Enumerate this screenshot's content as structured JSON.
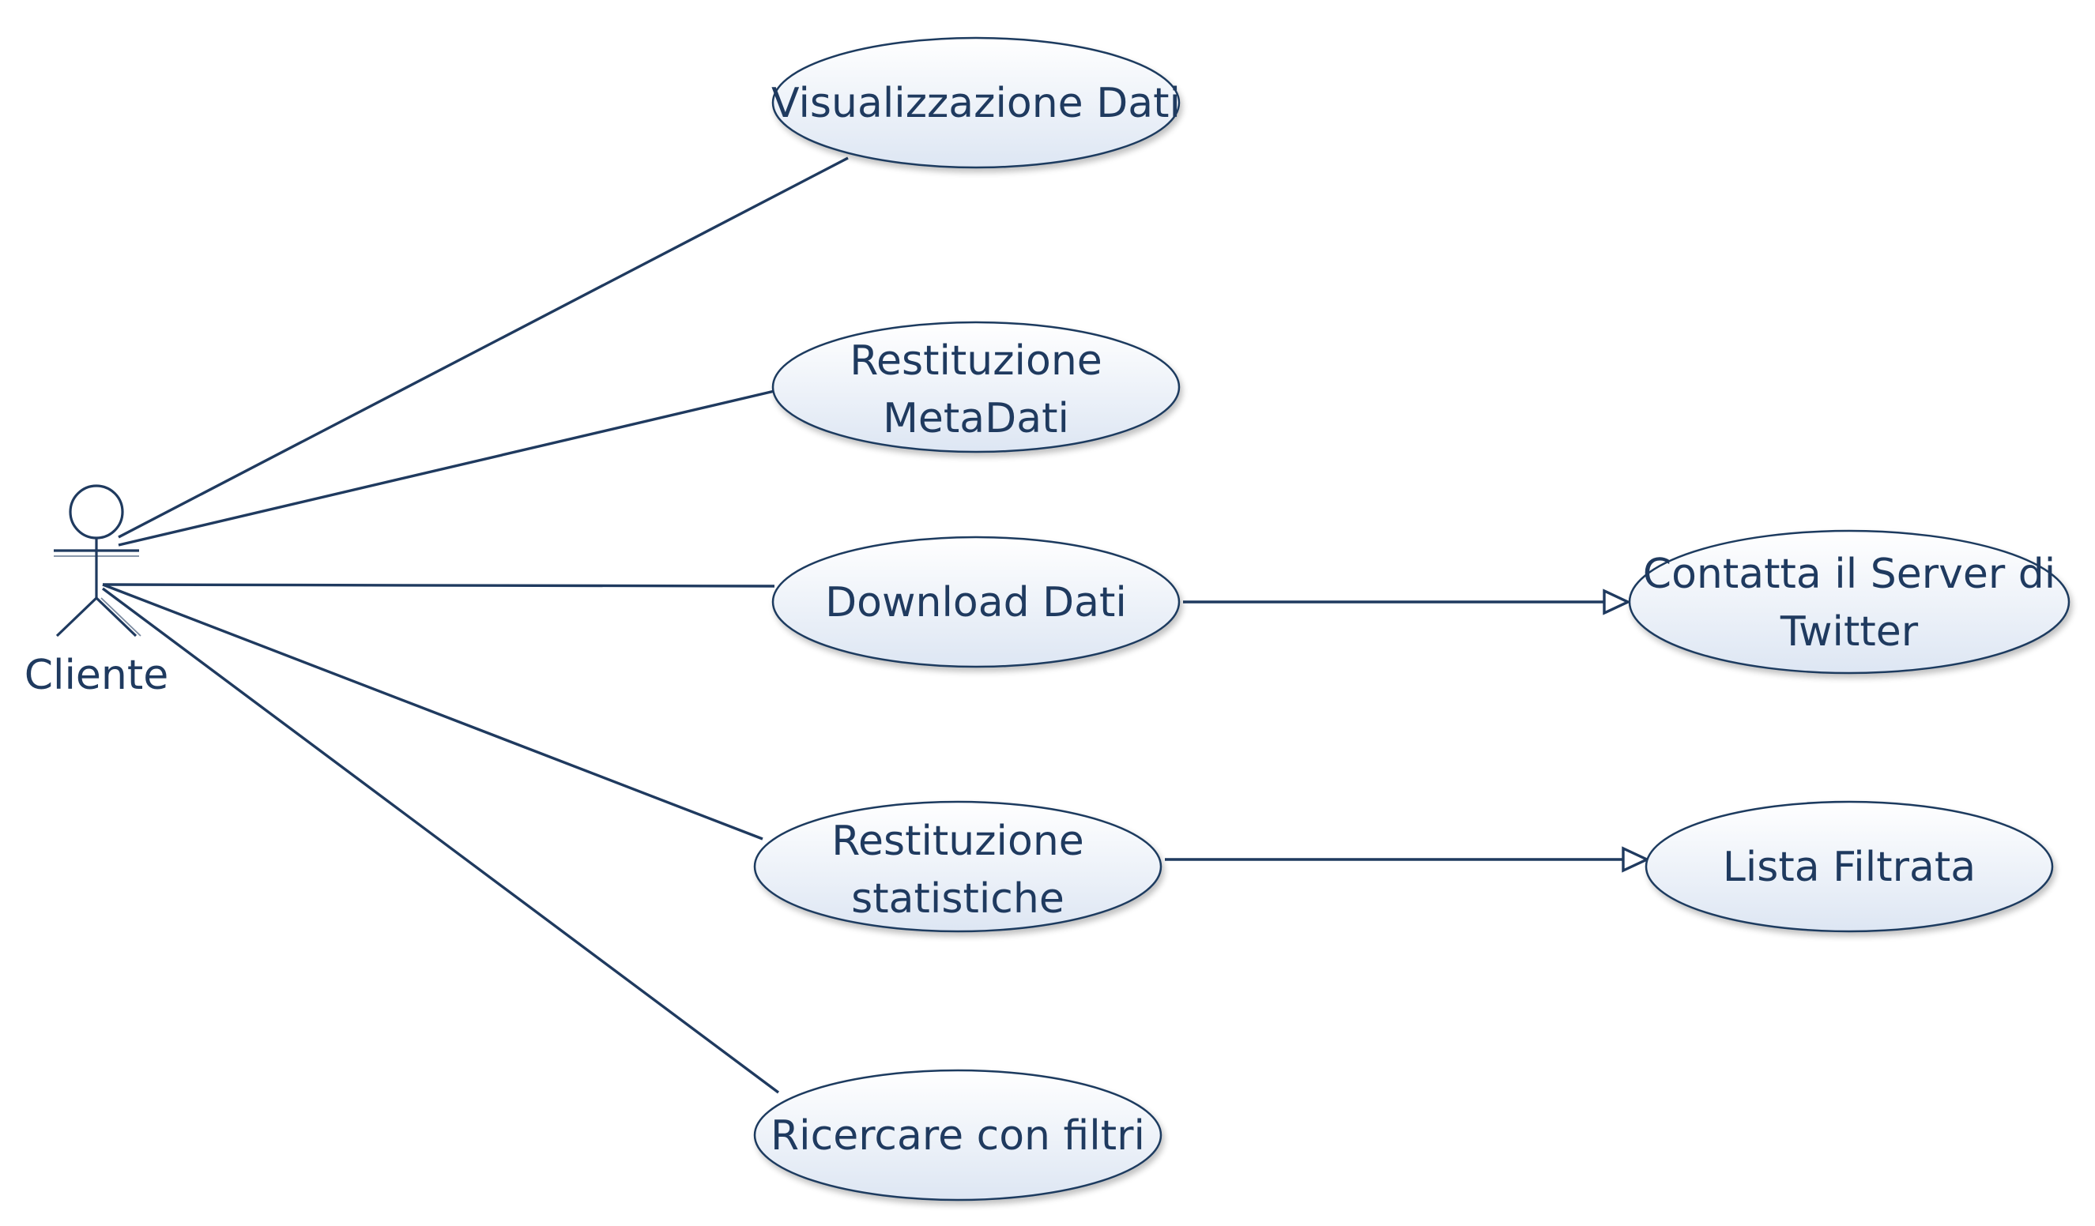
{
  "diagram": {
    "type": "uml-use-case",
    "colors": {
      "line": "#1f3a5f",
      "text": "#1f3a5f",
      "ellipse_fill_top": "#ffffff",
      "ellipse_fill_bottom": "#dfe7f3",
      "ellipse_stroke": "#1f3a5f"
    },
    "actor": {
      "label": "Cliente",
      "icon": "stick-figure-icon"
    },
    "use_cases": {
      "visualizzazione": {
        "line1": "Visualizzazione Dati",
        "line2": ""
      },
      "metadati": {
        "line1": "Restituzione",
        "line2": "MetaDati"
      },
      "download": {
        "line1": "Download Dati",
        "line2": ""
      },
      "statistiche": {
        "line1": "Restituzione",
        "line2": "statistiche"
      },
      "ricercare": {
        "line1": "Ricercare con filtri",
        "line2": ""
      },
      "contatta": {
        "line1": "Contatta il Server di",
        "line2": "Twitter"
      },
      "lista": {
        "line1": "Lista Filtrata",
        "line2": ""
      }
    },
    "relationships": [
      {
        "from": "actor",
        "to": "visualizzazione",
        "kind": "association"
      },
      {
        "from": "actor",
        "to": "metadati",
        "kind": "association"
      },
      {
        "from": "actor",
        "to": "download",
        "kind": "association"
      },
      {
        "from": "actor",
        "to": "statistiche",
        "kind": "association"
      },
      {
        "from": "actor",
        "to": "ricercare",
        "kind": "association"
      },
      {
        "from": "download",
        "to": "contatta",
        "kind": "generalization"
      },
      {
        "from": "statistiche",
        "to": "lista",
        "kind": "generalization"
      }
    ]
  }
}
